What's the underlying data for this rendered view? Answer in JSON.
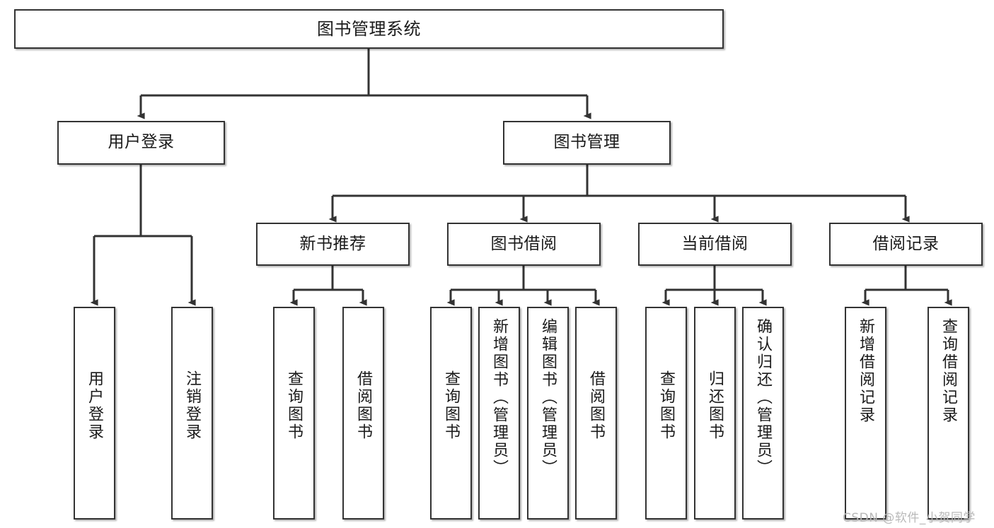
{
  "diagram": {
    "title": "图书管理系统",
    "type": "hierarchy-tree",
    "colors": {
      "box_border": "#333333",
      "box_fill": "#ffffff",
      "connector": "#333333",
      "watermark": "#b9b9b9",
      "background": "#ffffff"
    },
    "root": {
      "label": "图书管理系统"
    },
    "level2": [
      {
        "label": "用户登录"
      },
      {
        "label": "图书管理"
      }
    ],
    "level3": [
      {
        "label": "新书推荐"
      },
      {
        "label": "图书借阅"
      },
      {
        "label": "当前借阅"
      },
      {
        "label": "借阅记录"
      }
    ],
    "leaves": {
      "user_login": [
        {
          "label": "用户登录"
        },
        {
          "label": "注销登录"
        }
      ],
      "new_book_recommend": [
        {
          "label": "查询图书"
        },
        {
          "label": "借阅图书"
        }
      ],
      "book_borrow": [
        {
          "label": "查询图书"
        },
        {
          "label": "新增图书（管理员）"
        },
        {
          "label": "编辑图书（管理员）"
        },
        {
          "label": "借阅图书"
        }
      ],
      "current_borrow": [
        {
          "label": "查询图书"
        },
        {
          "label": "归还图书"
        },
        {
          "label": "确认归还（管理员）"
        }
      ],
      "borrow_record": [
        {
          "label": "新增借阅记录"
        },
        {
          "label": "查询借阅记录"
        }
      ]
    }
  },
  "watermark": {
    "text": "CSDN @软件_小贺同学"
  }
}
